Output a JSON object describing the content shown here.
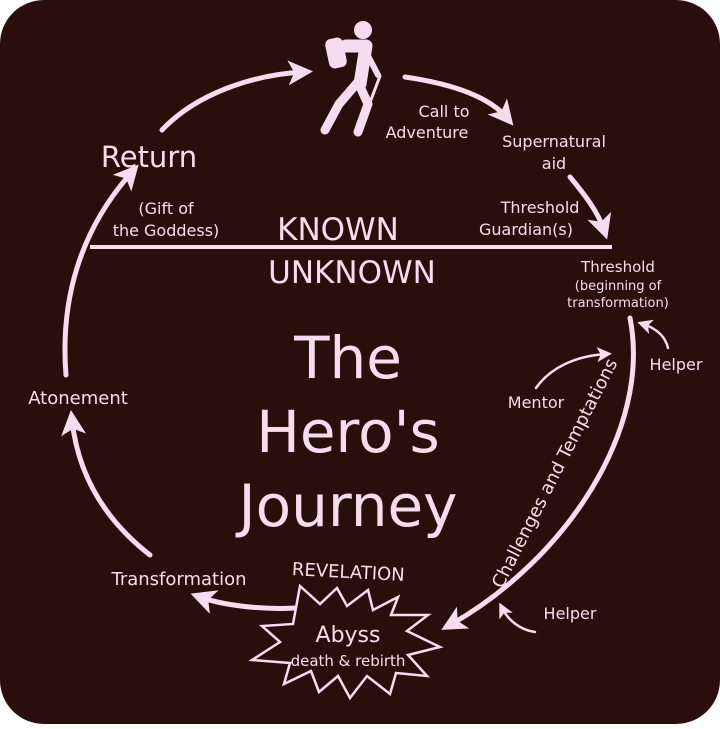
{
  "title": {
    "line1": "The",
    "line2": "Hero's",
    "line3": "Journey"
  },
  "world": {
    "known": "KNOWN",
    "unknown": "UNKNOWN"
  },
  "stages": {
    "call_line1": "Call to",
    "call_line2": "Adventure",
    "supernatural_line1": "Supernatural",
    "supernatural_line2": "aid",
    "guardian_line1": "Threshold",
    "guardian_line2": "Guardian(s)",
    "threshold_line1": "Threshold",
    "threshold_line2": "(beginning of",
    "threshold_line3": "transformation)",
    "challenges": "Challenges and Temptations",
    "helper_upper": "Helper",
    "mentor": "Mentor",
    "helper_lower": "Helper",
    "revelation": "REVELATION",
    "abyss": "Abyss",
    "abyss_sub": "death & rebirth",
    "transformation": "Transformation",
    "atonement": "Atonement",
    "return": "Return",
    "gift_line1": "(Gift of",
    "gift_line2": "the Goddess)"
  },
  "colors": {
    "background": "#2a0e0b",
    "foreground": "#f7dcef"
  },
  "icons": {
    "hero": "hiker-icon"
  }
}
